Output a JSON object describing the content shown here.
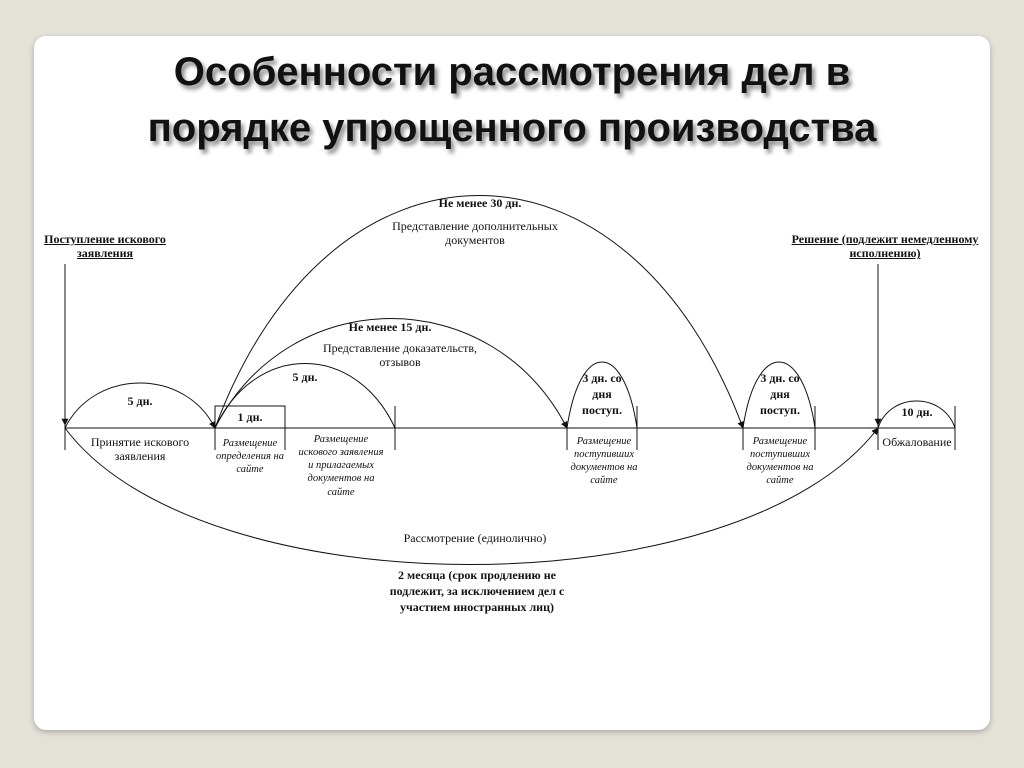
{
  "title": {
    "line1": "Особенности рассмотрения дел в",
    "line2": "порядке упрощенного производства"
  },
  "start_label": "Поступление искового заявления",
  "end_label": "Решение (подлежит немедленному исполнению)",
  "arcs": {
    "a30_days": "Не менее 30 дн.",
    "a30_desc": "Представление дополнительных документов",
    "a15_days": "Не менее 15 дн.",
    "a15_desc": "Представление доказательств, отзывов",
    "a5b_days": "5 дн.",
    "a5_days": "5 дн.",
    "a1_days": "1 дн.",
    "a3a_days": "3 дн. со дня поступ.",
    "a3b_days": "3 дн. со дня поступ.",
    "a10_days": "10 дн."
  },
  "segments": {
    "acceptance": "Принятие искового заявления",
    "post_ruling": "Размещение определения на сайте",
    "post_claim": "Размещение искового заявления и прилагаемых документов на сайте",
    "post_docs_a": "Размещение поступивших документов на сайте",
    "post_docs_b": "Размещение поступивших документов на сайте",
    "appeal": "Обжалование"
  },
  "review": {
    "label": "Рассмотрение (единолично)",
    "term": "2 месяца (срок продлению не подлежит, за исключением дел с участием иностранных лиц)"
  }
}
